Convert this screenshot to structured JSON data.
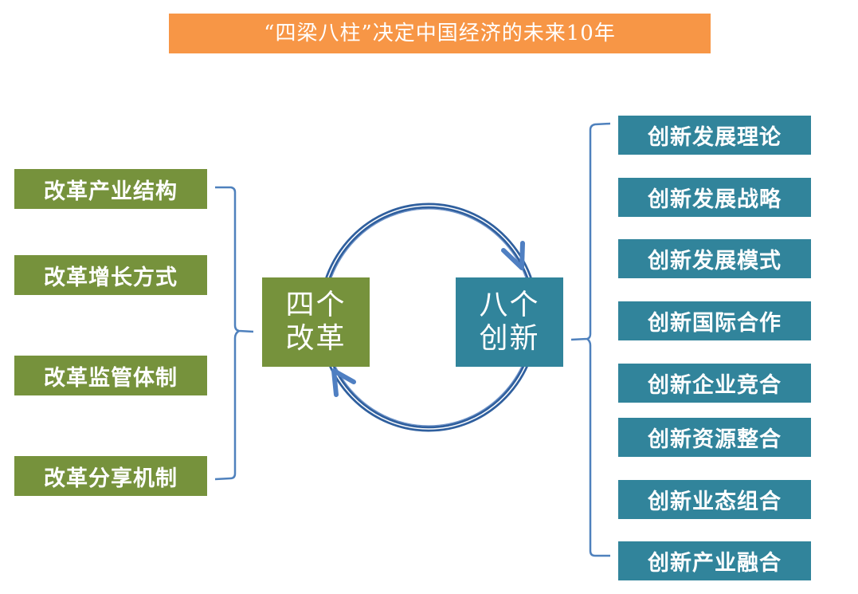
{
  "title": "“四梁八柱”决定中国经济的未来10年",
  "hubs": {
    "reform": {
      "line1": "四个",
      "line2": "改革"
    },
    "innovation": {
      "line1": "八个",
      "line2": "创新"
    }
  },
  "reforms": [
    "改革产业结构",
    "改革增长方式",
    "改革监管体制",
    "改革分享机制"
  ],
  "innovations": [
    "创新发展理论",
    "创新发展战略",
    "创新发展模式",
    "创新国际合作",
    "创新企业竞合",
    "创新资源整合",
    "创新业态组合",
    "创新产业融合"
  ],
  "colors": {
    "title_bg": "#f79646",
    "reform_green": "#76923c",
    "innovation_teal": "#31849b",
    "connector_blue": "#4f81bd",
    "cycle_blue": "#2f5f9e"
  }
}
